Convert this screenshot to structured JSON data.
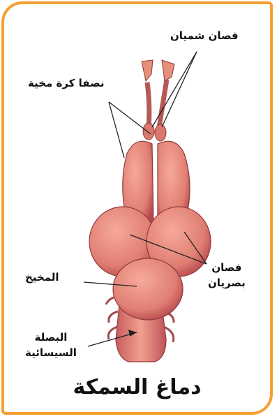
{
  "labels": {
    "olfactory_lobes": "فصان شميان",
    "cerebral_hemispheres": "نصفا كرة مخية",
    "optic_lobes_line1": "فصان",
    "optic_lobes_line2": "بصريان",
    "cerebellum": "المخيخ",
    "medulla_line1": "البصلة",
    "medulla_line2": "السيسائية"
  },
  "caption": "دماغ السمكة",
  "colors": {
    "frame_border": "#F4A032",
    "tissue_light": "#EE8F80",
    "tissue_dark": "#B8474D",
    "label_text": "#111111"
  }
}
